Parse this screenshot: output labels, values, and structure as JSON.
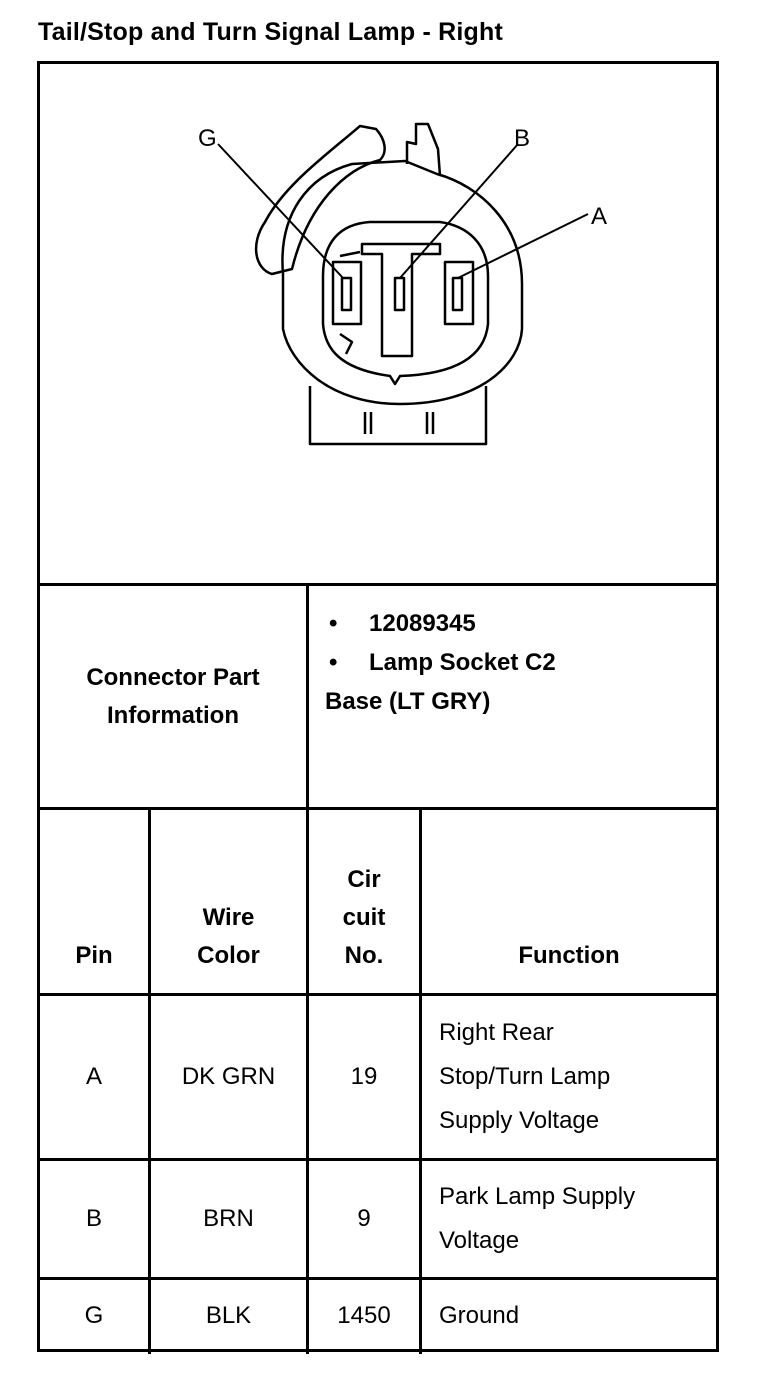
{
  "title": "Tail/Stop and Turn Signal Lamp - Right",
  "diagram": {
    "pin_labels": {
      "g": "G",
      "b": "B",
      "a": "A"
    }
  },
  "connector_info": {
    "label_line1": "Connector Part",
    "label_line2": "Information",
    "bullets": [
      "12089345",
      "Lamp Socket C2"
    ],
    "continuation": "Base (LT GRY)"
  },
  "table": {
    "headers": {
      "pin": "Pin",
      "wire_color": [
        "Wire",
        "Color"
      ],
      "circuit": [
        "Cir",
        "cuit",
        "No."
      ],
      "function": "Function"
    },
    "rows": [
      {
        "pin": "A",
        "wire_color": "DK GRN",
        "circuit": "19",
        "function": [
          "Right Rear",
          "Stop/Turn Lamp",
          "Supply Voltage"
        ]
      },
      {
        "pin": "B",
        "wire_color": "BRN",
        "circuit": "9",
        "function": [
          "Park Lamp Supply",
          "Voltage"
        ]
      },
      {
        "pin": "G",
        "wire_color": "BLK",
        "circuit": "1450",
        "function": [
          "Ground"
        ]
      }
    ]
  }
}
